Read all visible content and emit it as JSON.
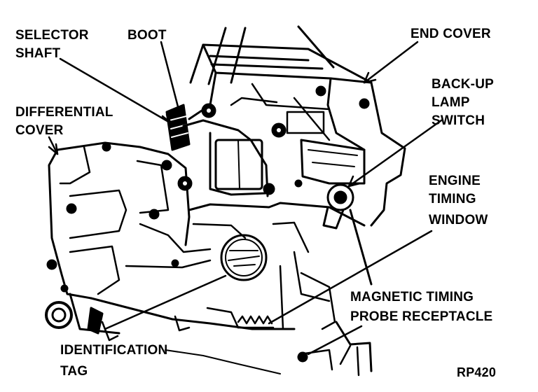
{
  "labels": {
    "selector_shaft": [
      "SELECTOR",
      "SHAFT"
    ],
    "boot": "BOOT",
    "end_cover": "END COVER",
    "differential_cover": [
      "DIFFERENTIAL",
      "COVER"
    ],
    "back_up_lamp_switch": [
      "BACK-UP",
      "LAMP",
      "SWITCH"
    ],
    "engine_timing_window": [
      "ENGINE",
      "TIMING",
      "WINDOW"
    ],
    "magnetic_timing_probe_receptacle": [
      "MAGNETIC TIMING",
      "PROBE RECEPTACLE"
    ],
    "identification_tag": [
      "IDENTIFICATION",
      "TAG"
    ]
  },
  "figure_ref": "RP420"
}
